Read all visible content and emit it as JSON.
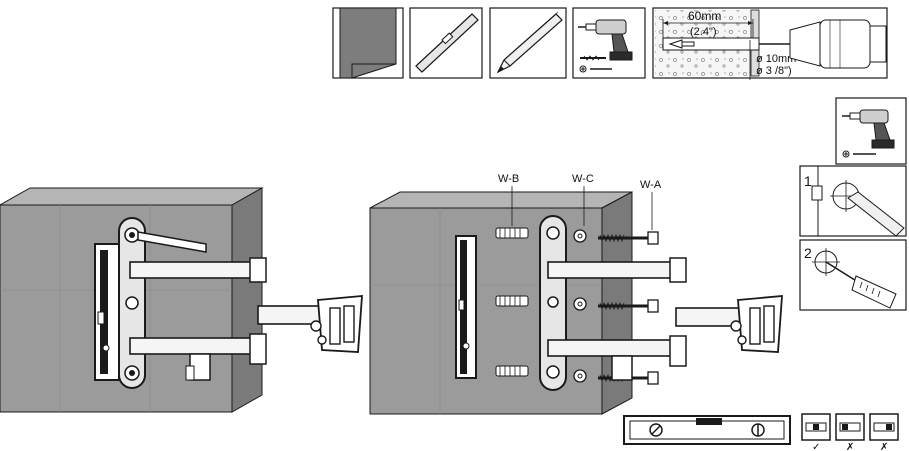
{
  "tools": {
    "drill_depth": "60mm",
    "drill_depth_inch": "(2.4\")",
    "drill_diameter": "ø 10mm",
    "drill_diameter_inch": "ø 3 /8\")"
  },
  "hardware": {
    "label_b": "W-B",
    "label_c": "W-C",
    "label_a": "W-A"
  },
  "steps": {
    "step1": "1",
    "step2": "2"
  },
  "colors": {
    "wall": "#9b9b9b",
    "wall_dark": "#8a8a8a",
    "line": "#1a1a1a",
    "panel_fill": "#f2f2f2"
  },
  "level_marks": [
    "✓",
    "✗",
    "✗"
  ]
}
